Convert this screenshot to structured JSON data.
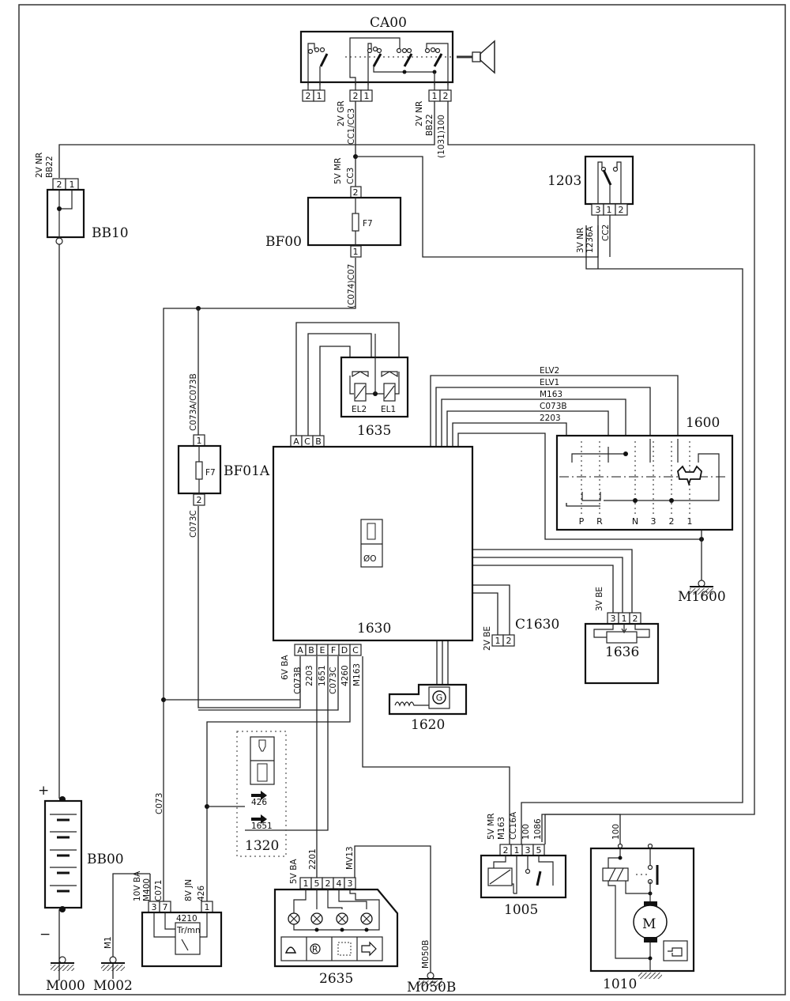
{
  "diagram": {
    "components": {
      "CA00": {
        "label": "CA00",
        "pins_left": [
          "2",
          "1"
        ],
        "pins_mid": [
          "2",
          "1"
        ],
        "pins_right": [
          "1",
          "2"
        ]
      },
      "BB10": {
        "label": "BB10",
        "pins": [
          "2",
          "1"
        ]
      },
      "BF00": {
        "label": "BF00",
        "fuse": "F7",
        "pin_top": "2",
        "pin_bottom": "1"
      },
      "1203": {
        "label": "1203",
        "pins": [
          "3",
          "1",
          "2"
        ]
      },
      "BF01A": {
        "label": "BF01A",
        "fuse": "F7",
        "pin_top": "1",
        "pin_bottom": "2"
      },
      "1635": {
        "label": "1635",
        "valve1": "EL2",
        "valve2": "EL1"
      },
      "1630": {
        "label": "1630",
        "pins_top": [
          "A",
          "C",
          "B"
        ],
        "pins_bottom": [
          "A",
          "B",
          "E",
          "F",
          "D",
          "C"
        ]
      },
      "1600": {
        "label": "1600",
        "positions": [
          "P",
          "R",
          "N",
          "3",
          "2",
          "1"
        ]
      },
      "M1600": {
        "label": "M1600"
      },
      "1636": {
        "label": "1636",
        "pins": [
          "3",
          "1",
          "2"
        ]
      },
      "C1630": {
        "label": "C1630",
        "pins": [
          "1",
          "2"
        ]
      },
      "1620": {
        "label": "1620",
        "gen": "G"
      },
      "BB00": {
        "label": "BB00",
        "plus": "+",
        "minus": "−"
      },
      "M000": {
        "label": "M000"
      },
      "M002": {
        "label": "M002"
      },
      "4210": {
        "label": "4210",
        "gauge": "Tr/mn",
        "pins_left": [
          "3",
          "7"
        ],
        "pin_right": "1"
      },
      "1320": {
        "label": "1320",
        "out1": "426",
        "out2": "1651"
      },
      "2635": {
        "label": "2635",
        "pins": [
          "1",
          "5",
          "2",
          "4",
          "3"
        ]
      },
      "M050B": {
        "label": "M050B"
      },
      "1005": {
        "label": "1005",
        "pins": [
          "2",
          "1",
          "3",
          "5"
        ]
      },
      "1010": {
        "label": "1010",
        "motor": "M"
      }
    },
    "wire_labels": {
      "ca00_mid_conn": "2V GR",
      "ca00_mid_wire": "CC1/CC3",
      "ca00_right_conn": "2V NR",
      "ca00_right_w1": "BB22",
      "ca00_right_w2": "(1031)100",
      "bb10_conn": "2V NR",
      "bb10_wire": "BB22",
      "bf00_conn": "5V MR",
      "bf00_top": "CC3",
      "bf00_bottom": "(C074)C07",
      "r1203_conn": "3V NR",
      "r1203_w1": "1236A",
      "r1203_w2": "CC2",
      "bf01a_top": "C073A/C073B",
      "bf01a_bottom": "C073C",
      "bus_elv2": "ELV2",
      "bus_elv1": "ELV1",
      "bus_m163": "M163",
      "bus_c073b": "C073B",
      "bus_2203": "2203",
      "p1636_conn": "3V BE",
      "c1630_conn": "2V BE",
      "ecu_bottom_conn": "6V BA",
      "ecu_a": "C073B",
      "ecu_b": "2203",
      "ecu_e": "1651",
      "ecu_f": "C073C",
      "ecu_d": "4260",
      "ecu_c": "M163",
      "c073": "C073",
      "m002_wire": "M1",
      "g4210_conn_l": "10V BA",
      "g4210_w3": "M400",
      "g4210_w7": "C071",
      "g4210_conn_r": "8V JN",
      "g4210_w1": "426",
      "d2635_conn": "5V BA",
      "d2635_w5": "2201",
      "d2635_w3": "MV13",
      "m050b_wire": "M050B",
      "r1005_conn": "5V MR",
      "r1005_w2": "M163",
      "r1005_w1": "CC16A",
      "r1005_w3": "100",
      "r1005_w5": "1086",
      "m1010_wire": "100"
    }
  }
}
